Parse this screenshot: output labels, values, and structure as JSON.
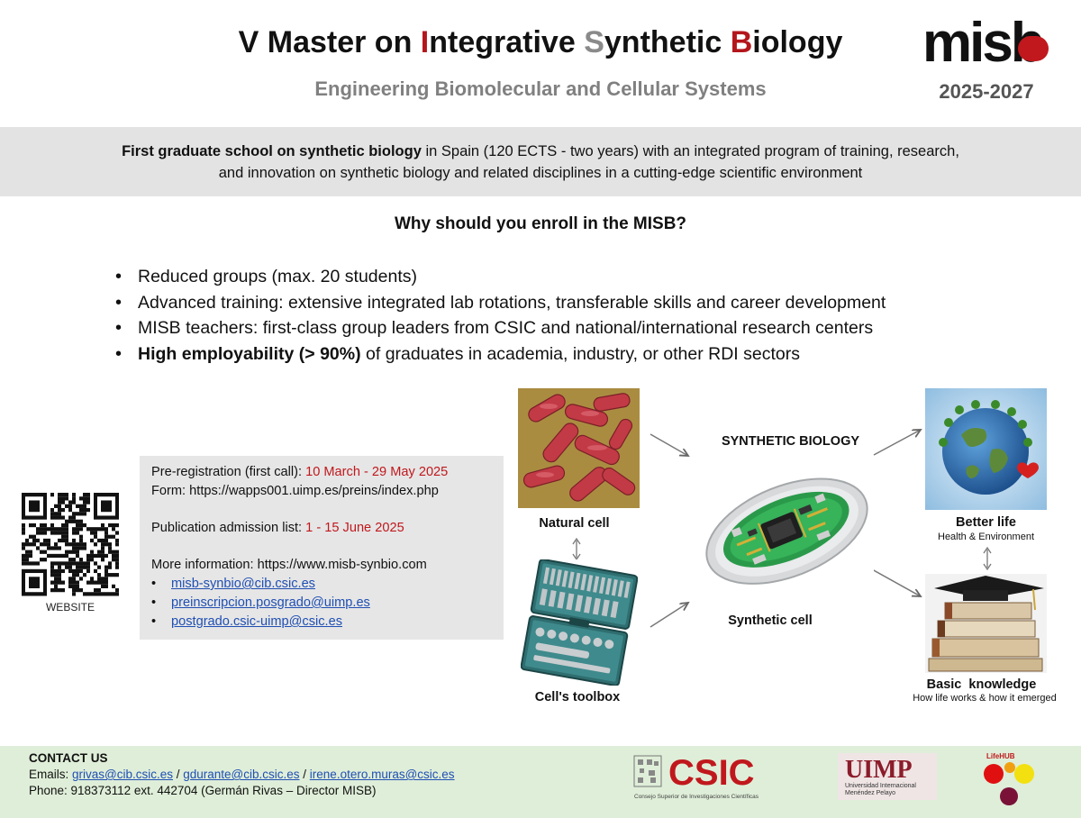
{
  "header": {
    "title_parts": [
      {
        "text": "V Master on ",
        "style": "plain"
      },
      {
        "text": "I",
        "style": "red"
      },
      {
        "text": "ntegrative ",
        "style": "plain"
      },
      {
        "text": "S",
        "style": "gray"
      },
      {
        "text": "ynthetic ",
        "style": "plain"
      },
      {
        "text": "B",
        "style": "red"
      },
      {
        "text": "iology",
        "style": "plain"
      }
    ],
    "subtitle": "Engineering Biomolecular and Cellular Systems",
    "logo_text": "misb",
    "years": "2025-2027"
  },
  "intro": {
    "bold": "First graduate school on synthetic biology",
    "rest_line1": " in Spain (120 ECTS - two years) with an integrated program of training, research,",
    "line2": "and innovation on synthetic biology and related disciplines in a cutting-edge scientific environment"
  },
  "why": {
    "heading": "Why should you enroll in the MISB?",
    "bullets": [
      {
        "bold": "",
        "text": "Reduced groups (max. 20 students)"
      },
      {
        "bold": "",
        "text": "Advanced training: extensive integrated lab rotations, transferable skills and career development"
      },
      {
        "bold": "",
        "text": "MISB teachers: first-class group leaders from CSIC and national/international research centers"
      },
      {
        "bold": "High employability (> 90%)",
        "text": " of graduates in academia, industry, or other RDI sectors"
      }
    ]
  },
  "info": {
    "prereg_label": "Pre-registration (first call): ",
    "prereg_dates": "10 March - 29 May 2025",
    "form_label": "Form: ",
    "form_url": "https://wapps001.uimp.es/preins/index.php",
    "publication_label": "Publication admission list: ",
    "publication_dates": "1 - 15 June 2025",
    "more_label": "More information: ",
    "more_url": "https://www.misb-synbio.com",
    "emails": [
      "misb-synbio@cib.csic.es",
      "preinscripcion.posgrado@uimp.es",
      "postgrado.csic-uimp@csic.es"
    ]
  },
  "qr": {
    "label": "WEBSITE"
  },
  "diagram": {
    "natural_cell": "Natural cell",
    "toolbox": "Cell's toolbox",
    "synbio": "SYNTHETIC BIOLOGY",
    "synthetic_cell": "Synthetic cell",
    "better_life": "Better life",
    "better_life_sub": "Health & Environment",
    "basic_knowledge": "Basic  knowledge",
    "basic_knowledge_sub": "How life works & how it emerged"
  },
  "contact": {
    "title": "CONTACT US",
    "emails_label": "Emails: ",
    "emails": [
      "grivas@cib.csic.es",
      "gdurante@cib.csic.es",
      "irene.otero.muras@csic.es"
    ],
    "separator": " / ",
    "phone": "Phone: 918373112 ext. 442704  (Germán Rivas – Director MISB)"
  },
  "logos": {
    "csic": "CSIC",
    "csic_sub": "Consejo Superior de Investigaciones Científicas",
    "uimp": "UIMP",
    "uimp_sub1": "Universidad Internacional",
    "uimp_sub2": "Menéndez Pelayo",
    "lifehub": "LifeHUB"
  },
  "colors": {
    "accent_red": "#b3161b",
    "band_gray": "#e3e3e3",
    "footer_green": "#dfeed8",
    "link_blue": "#1f4fb3"
  }
}
